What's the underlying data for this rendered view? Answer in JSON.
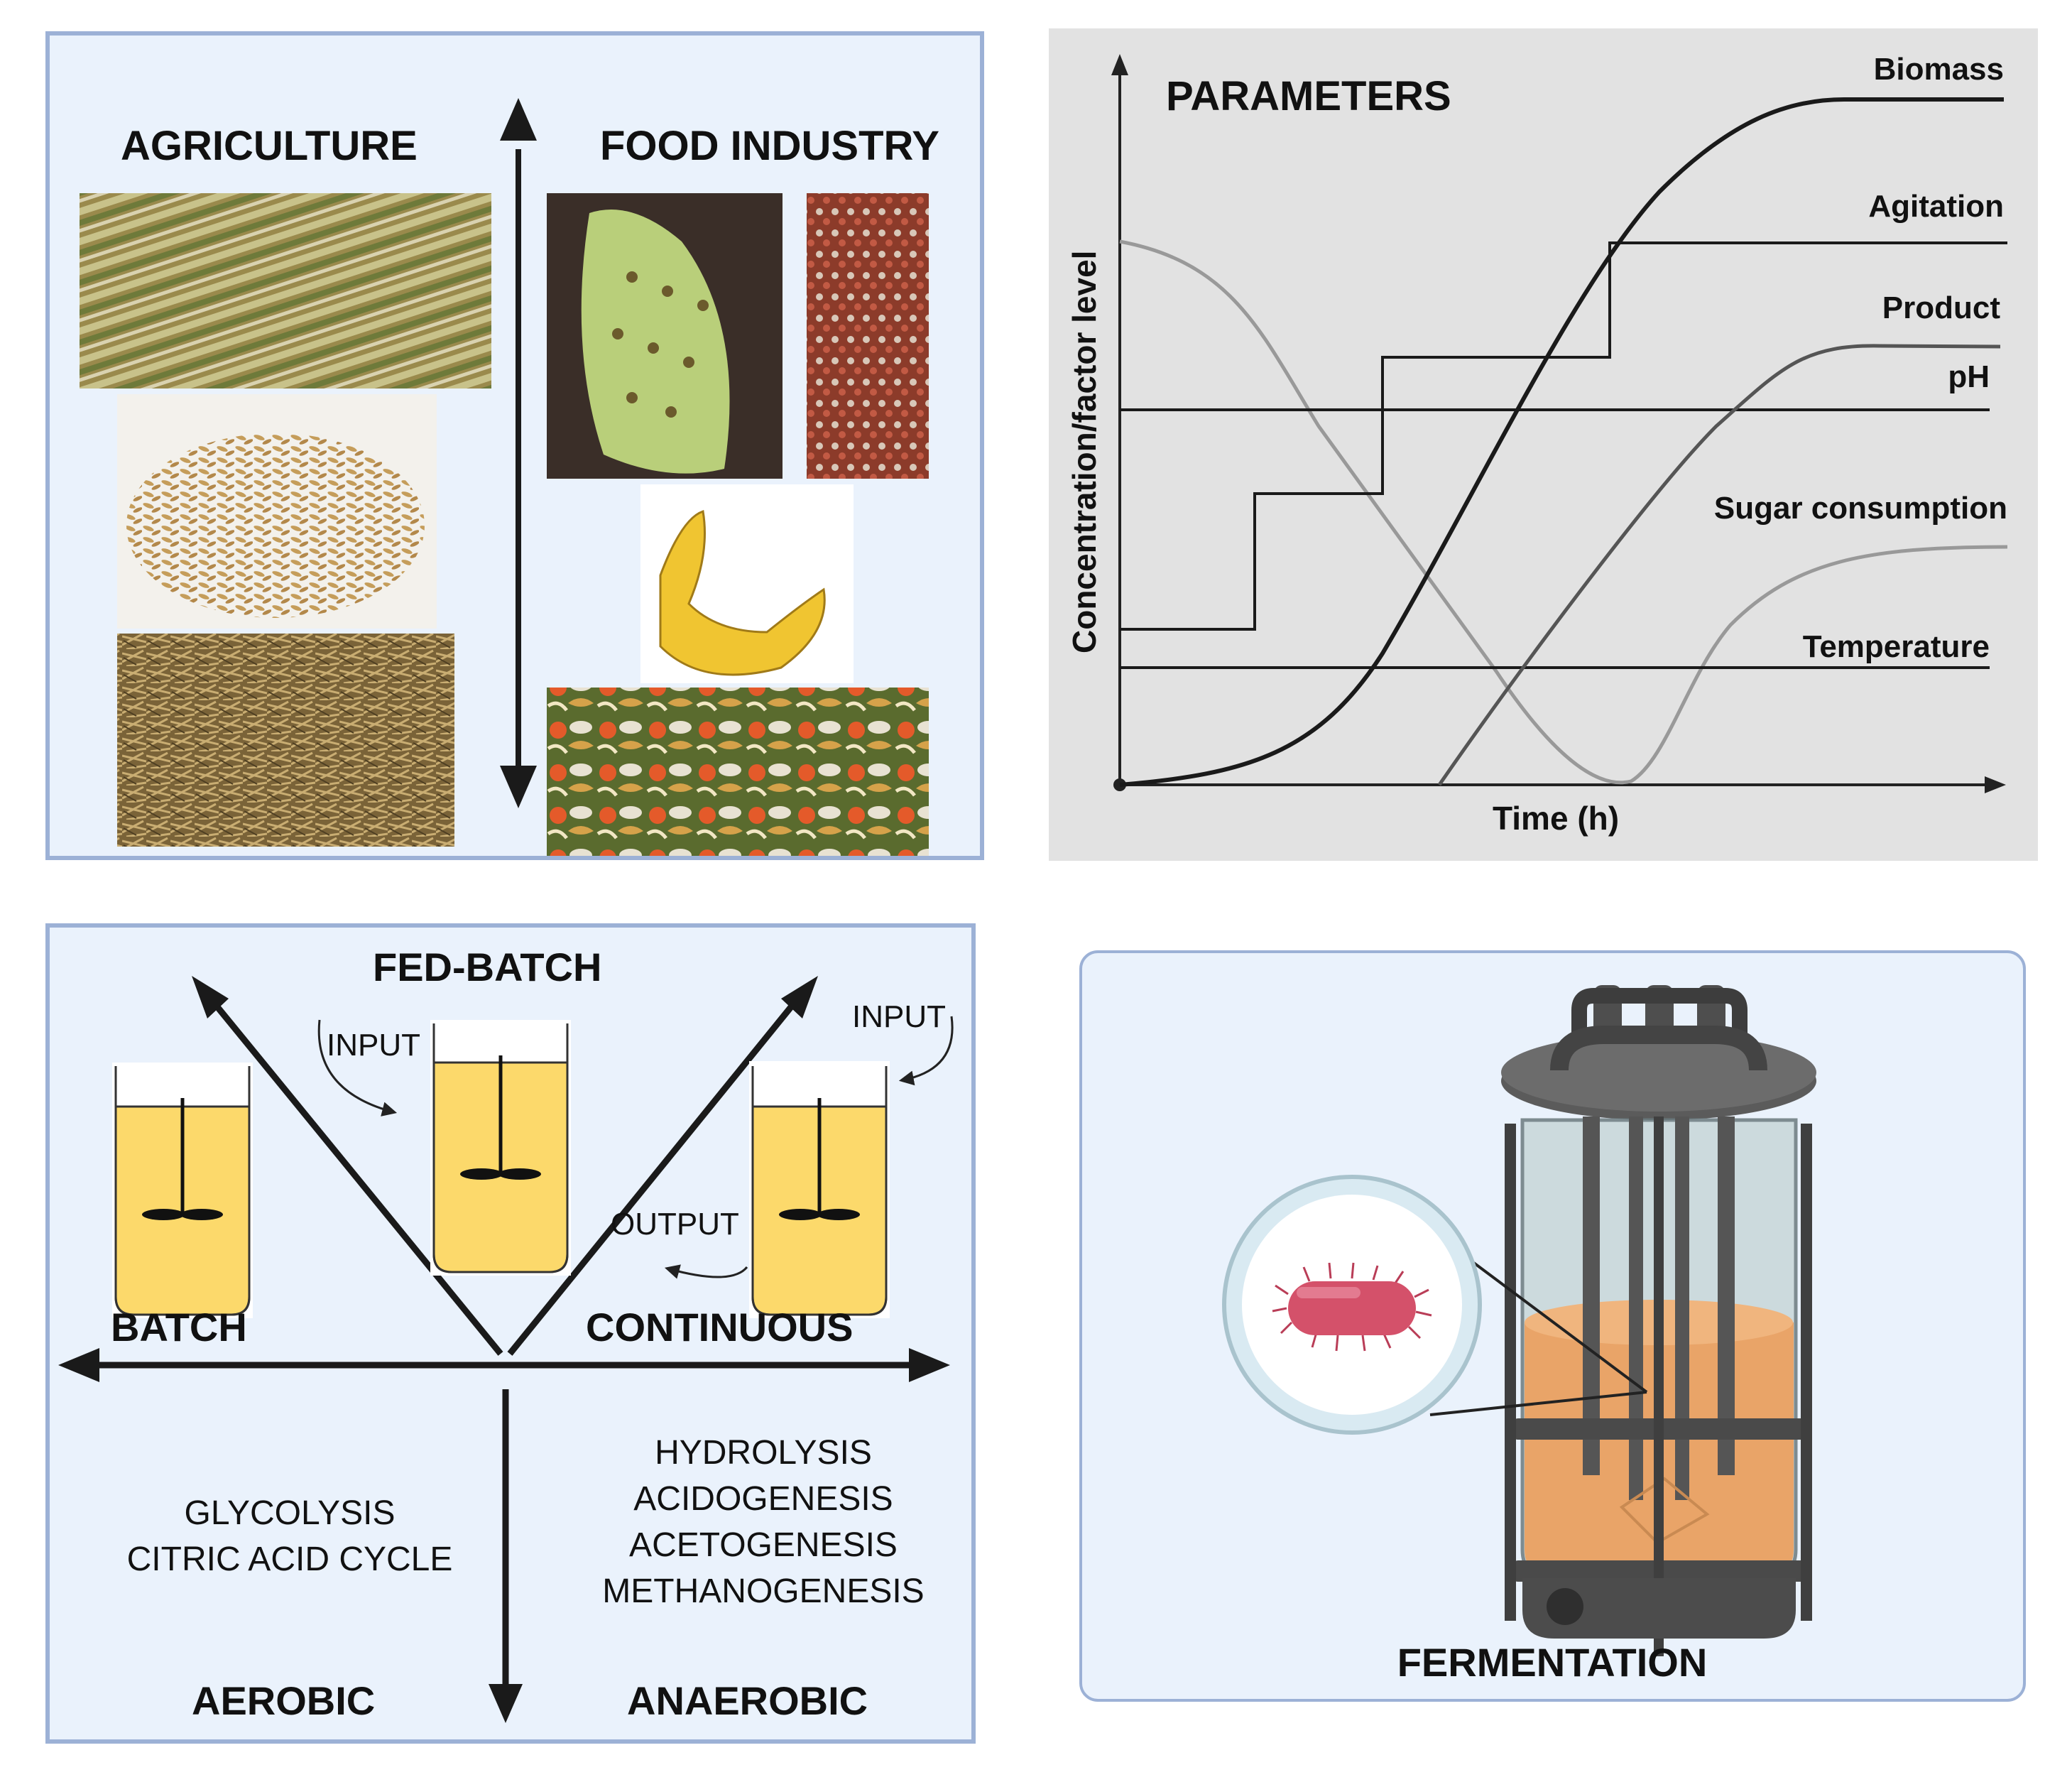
{
  "feedstock_panel": {
    "left_heading": "AGRICULTURE",
    "right_heading": "FOOD INDUSTRY",
    "agriculture_items": [
      "sugarcane-bagasse-photo",
      "rice-grain-photo",
      "straw-photo"
    ],
    "food_items": [
      "cactus-pad-photo",
      "corn-cob-photo",
      "banana-peel-photo",
      "food-waste-photo"
    ]
  },
  "chart_data": {
    "type": "line",
    "title": "PARAMETERS",
    "xlabel": "Time (h)",
    "ylabel": "Concentration/factor level",
    "grid": false,
    "series": [
      {
        "name": "Biomass"
      },
      {
        "name": "Agitation"
      },
      {
        "name": "Product"
      },
      {
        "name": "pH"
      },
      {
        "name": "Sugar consumption"
      },
      {
        "name": "Temperature"
      }
    ],
    "colors": {
      "background": "#e2e2e2",
      "dark": "#1a1a1a",
      "mid": "#555555",
      "light": "#999999"
    }
  },
  "process_panel": {
    "fed_batch": "FED-BATCH",
    "batch": "BATCH",
    "continuous": "CONTINUOUS",
    "input_left": "INPUT",
    "input_right": "INPUT",
    "output": "OUTPUT",
    "aerobic": "AEROBIC",
    "anaerobic": "ANAEROBIC",
    "aerobic_steps": [
      "GLYCOLYSIS",
      "CITRIC ACID CYCLE"
    ],
    "anaerobic_steps": [
      "HYDROLYSIS",
      "ACIDOGENESIS",
      "ACETOGENESIS",
      "METHANOGENESIS"
    ]
  },
  "fermentation_panel": {
    "label": "FERMENTATION"
  },
  "colors": {
    "panel_bg": "#eaf2fc",
    "panel_border": "#9cb1d6",
    "liquid": "#fcd96b",
    "broth": "#e9a468",
    "bacterium": "#d4516a"
  }
}
